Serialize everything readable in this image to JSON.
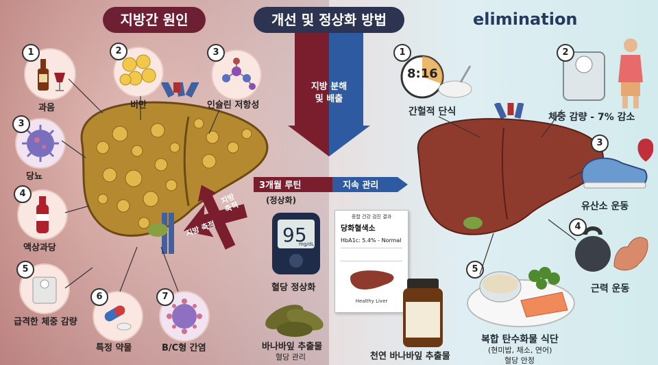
{
  "header": {
    "left_title": "지방간 원인",
    "center_title": "개선 및 정상화 방법",
    "right_title": "elimination"
  },
  "causes": [
    {
      "num": "1",
      "label": "과음",
      "icon": "alcohol-icon"
    },
    {
      "num": "2",
      "label": "비만",
      "icon": "fat-cells-icon"
    },
    {
      "num": "3",
      "label": "인슐린 저항성",
      "icon": "molecule-icon"
    },
    {
      "num": "3",
      "label": "당뇨",
      "icon": "virus-icon"
    },
    {
      "num": "4",
      "label": "액상과당",
      "icon": "soda-bottle-icon"
    },
    {
      "num": "5",
      "label": "급격한 체중 감량",
      "icon": "scale-icon"
    },
    {
      "num": "6",
      "label": "특정 약물",
      "icon": "pills-icon"
    },
    {
      "num": "7",
      "label": "B/C형 간염",
      "icon": "hepatitis-virus-icon"
    }
  ],
  "arrows": {
    "fat_break": "지방 분해\n및 배출",
    "fat_acc_1": "지방 축적",
    "fat_acc_2": "지방\n축적",
    "routine": "3개월 루틴",
    "routine_sub": "(정상화)",
    "continuous": "지속 관리"
  },
  "center_items": {
    "glucose_display": "95",
    "glucose_unit": "mg/dL",
    "glucose_label": "혈당 정상화",
    "bay_leaf_label": "바나바잎 추출물",
    "bay_leaf_sub": "혈당 관리",
    "report_title_small": "종합 건강 검진 결과",
    "report_title": "당화혈색소",
    "report_line": "HbA1c: 5.4% - Normal",
    "report_liver": "Healthy Liver",
    "supplement_label": "천연 바나바잎 추출물"
  },
  "solutions": [
    {
      "num": "1",
      "label": "간헐적 단식",
      "icon": "clock-icon",
      "clock_text": "8:16"
    },
    {
      "num": "2",
      "label": "체중 감량 - 7% 감소",
      "icon": "scale-icon"
    },
    {
      "num": "3",
      "label": "유산소 운동",
      "icon": "running-shoe-icon"
    },
    {
      "num": "4",
      "label": "근력 운동",
      "icon": "kettlebell-icon"
    },
    {
      "num": "5",
      "label": "복합 탄수화물 식단",
      "sub": "(현미밥, 채소, 연어)",
      "sub2": "혈당 안정",
      "icon": "meal-plate-icon"
    }
  ],
  "colors": {
    "left_pill": "#6d1f34",
    "center_pill": "#2d3452",
    "right_title": "#243a5e",
    "fatty_liver": "#b5892f",
    "healthy_liver": "#8e3a2c",
    "arrow_red": "#7a1e2e",
    "arrow_blue": "#2d5aa0"
  }
}
